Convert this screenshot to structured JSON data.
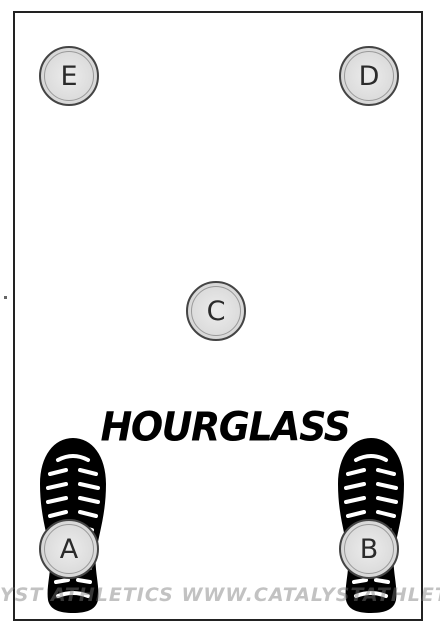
{
  "title": "HOURGLASS",
  "cones": [
    {
      "id": "A",
      "label": "A"
    },
    {
      "id": "B",
      "label": "B"
    },
    {
      "id": "C",
      "label": "C"
    },
    {
      "id": "D",
      "label": "D"
    },
    {
      "id": "E",
      "label": "E"
    }
  ],
  "watermark": "YST ATHLETICS  WWW.CATALYSTATHLETICS.COM",
  "colors": {
    "border": "#222222",
    "cone_fill": "#dcdcdc",
    "shoe": "#000000",
    "background": "#ffffff"
  },
  "icons": {
    "left_start": "footprint-icon",
    "right_start": "footprint-icon"
  }
}
